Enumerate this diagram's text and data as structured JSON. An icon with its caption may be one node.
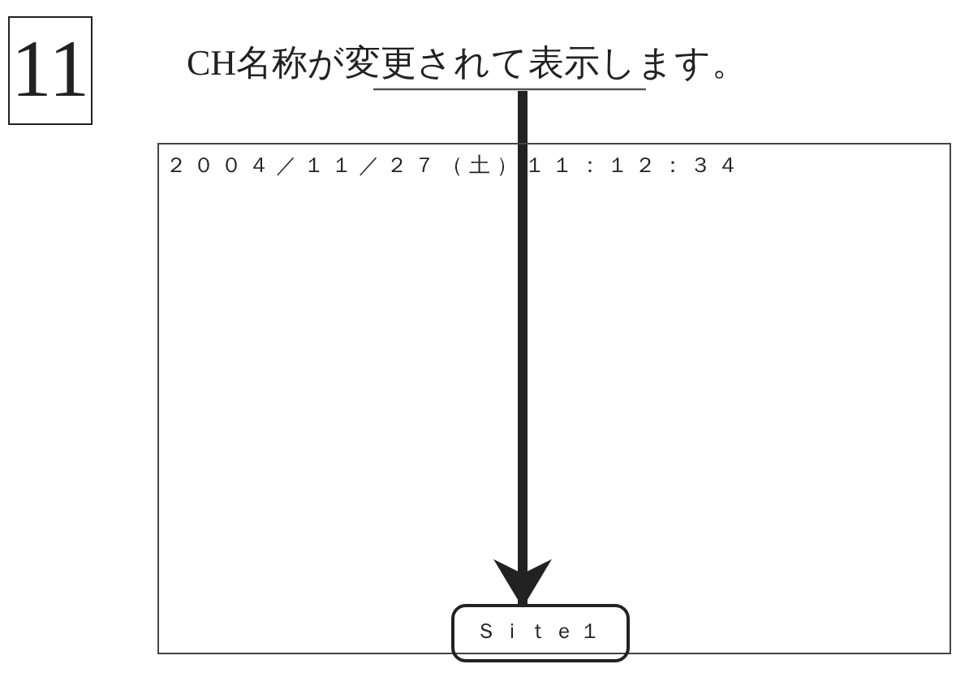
{
  "diagram": {
    "nodes": [
      {
        "text": [
          "11"
        ]
      },
      {
        "text": [
          "CH名称が変更されて表示します。"
        ]
      },
      {
        "text": [
          "２００４／１１／２７（土）１１：１２：３４"
        ]
      },
      {
        "text": [
          "Ｓｉｔｅ１"
        ],
        "in": 2
      }
    ],
    "edges": [
      {
        "from": 1,
        "to": 3,
        "arrow": "to"
      }
    ]
  }
}
